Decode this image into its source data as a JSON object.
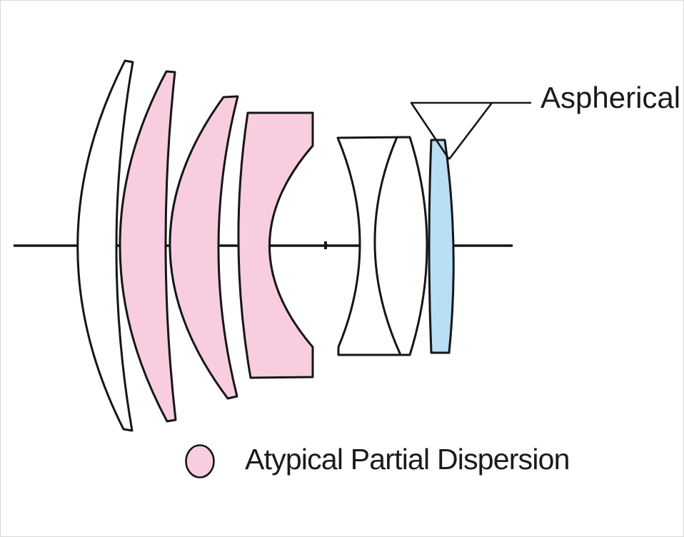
{
  "page": {
    "background": "#ffffff",
    "border": "#d9d9d9"
  },
  "diagram": {
    "type": "lens-cross-section",
    "aspherical_label": "Aspherical",
    "legend": {
      "label": "Atypical Partial Dispersion",
      "swatch_color": "#f8cddf"
    },
    "colors": {
      "background": "#ffffff",
      "border": "#d9d9d9",
      "pink": "#f8cddf",
      "blue": "#b8dff4",
      "line": "#161616",
      "text": "#1a1a1a"
    },
    "elements": [
      {
        "id": 1,
        "highlight": "none"
      },
      {
        "id": 2,
        "highlight": "atypical-partial-dispersion"
      },
      {
        "id": 3,
        "highlight": "atypical-partial-dispersion"
      },
      {
        "id": 4,
        "highlight": "atypical-partial-dispersion"
      },
      {
        "id": 5,
        "highlight": "none"
      },
      {
        "id": 6,
        "highlight": "none"
      },
      {
        "id": 7,
        "highlight": "aspherical"
      }
    ]
  }
}
